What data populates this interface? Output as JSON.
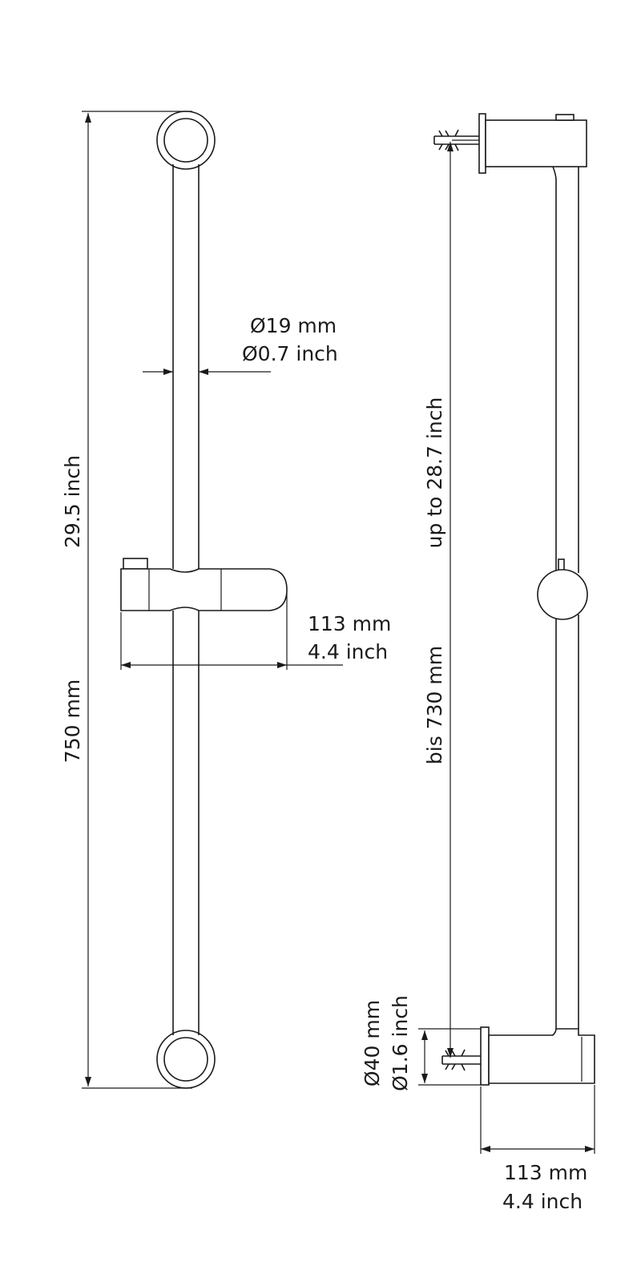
{
  "front_view": {
    "height_inch": "29.5 inch",
    "height_mm": "750 mm",
    "rod_diameter_mm": "Ø19 mm",
    "rod_diameter_inch": "Ø0.7 inch",
    "holder_depth_mm": "113 mm",
    "holder_depth_inch": "4.4 inch"
  },
  "side_view": {
    "span_inch": "up to 28.7 inch",
    "span_mm": "bis 730 mm",
    "mount_diameter_mm": "Ø40 mm",
    "mount_diameter_inch": "Ø1.6 inch",
    "depth_mm": "113 mm",
    "depth_inch": "4.4 inch"
  },
  "colors": {
    "line": "#1a1a1a",
    "background": "#ffffff"
  }
}
